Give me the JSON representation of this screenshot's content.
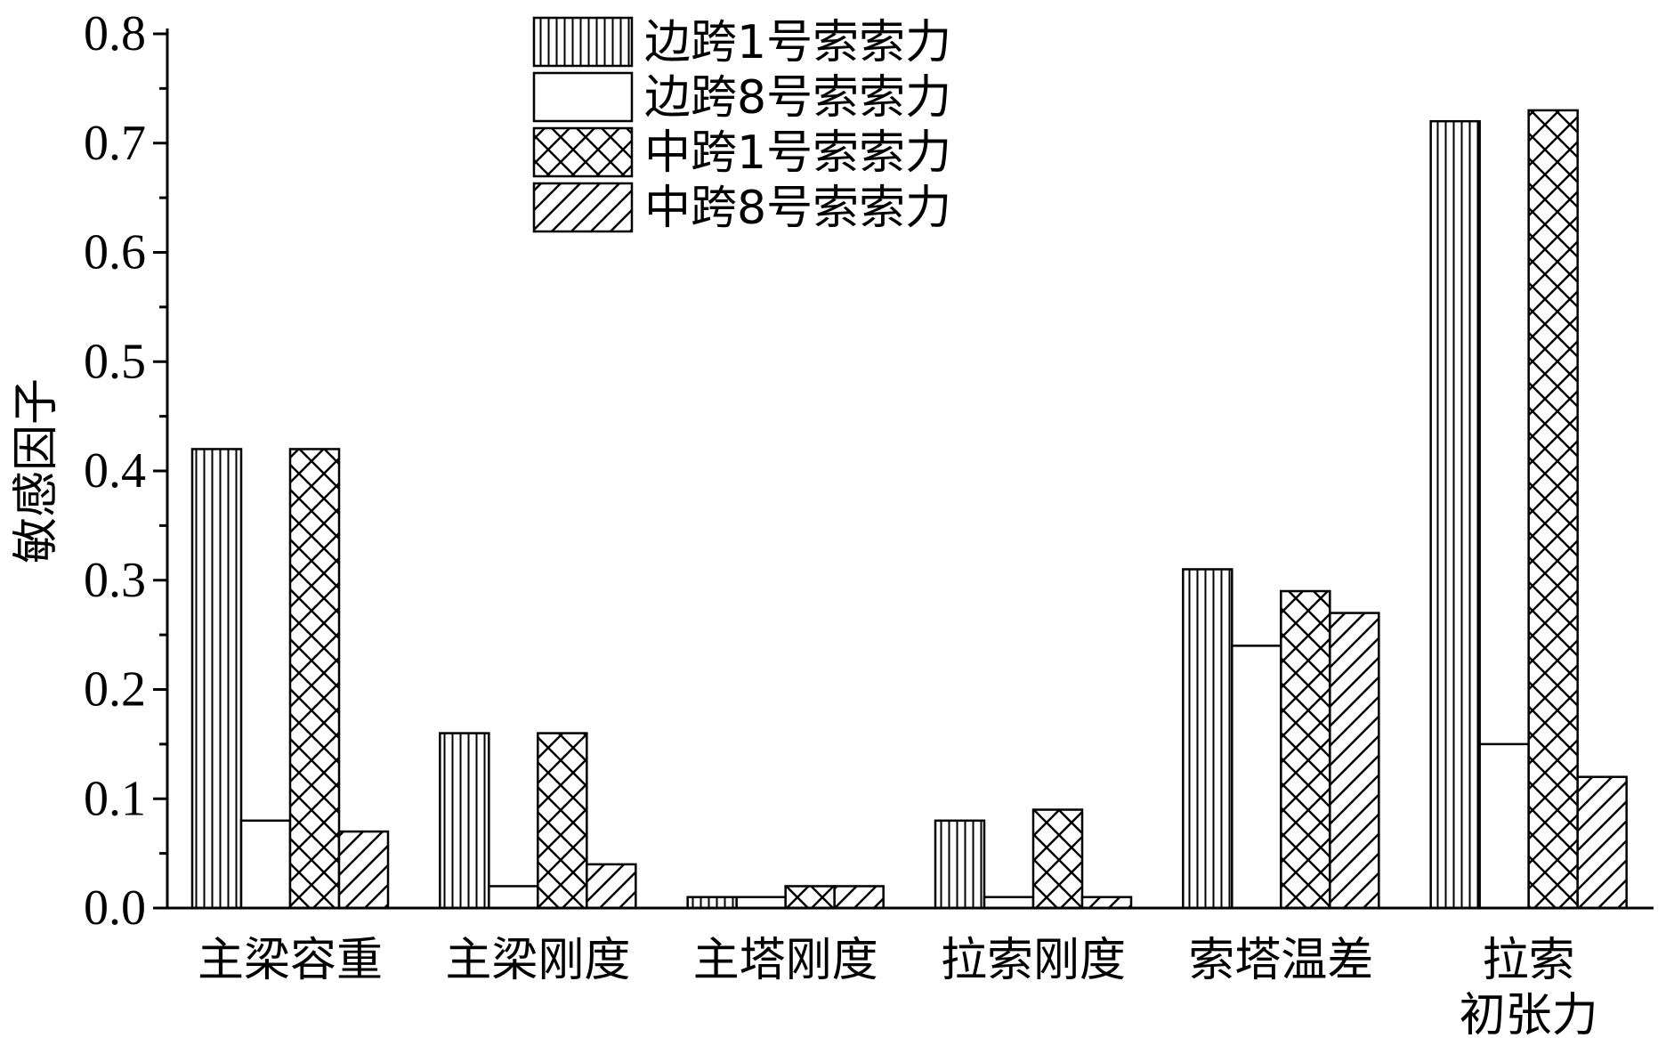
{
  "chart_data": {
    "type": "bar",
    "categories": [
      [
        "主梁容重"
      ],
      [
        "主梁刚度"
      ],
      [
        "主塔刚度"
      ],
      [
        "拉索刚度"
      ],
      [
        "索塔温差"
      ],
      [
        "拉索",
        "初张力"
      ]
    ],
    "series": [
      {
        "name": "边跨1号索索力",
        "pattern": "vertical",
        "values": [
          0.42,
          0.16,
          0.01,
          0.08,
          0.31,
          0.72
        ]
      },
      {
        "name": "边跨8号索索力",
        "pattern": "none",
        "values": [
          0.08,
          0.02,
          0.01,
          0.01,
          0.24,
          0.15
        ]
      },
      {
        "name": "中跨1号索索力",
        "pattern": "crosshatch",
        "values": [
          0.42,
          0.16,
          0.02,
          0.09,
          0.29,
          0.73
        ]
      },
      {
        "name": "中跨8号索索力",
        "pattern": "diagonal",
        "values": [
          0.07,
          0.04,
          0.02,
          0.01,
          0.27,
          0.12
        ]
      }
    ],
    "title": "",
    "xlabel": "",
    "ylabel": "敏感因子",
    "ylim": [
      0,
      0.8
    ],
    "yticks": [
      "0.0",
      "0.1",
      "0.2",
      "0.3",
      "0.4",
      "0.5",
      "0.6",
      "0.7",
      "0.8"
    ],
    "grid": false,
    "legend_position": "top-center",
    "colors": {
      "stroke": "#000000",
      "fill": "#ffffff"
    }
  }
}
